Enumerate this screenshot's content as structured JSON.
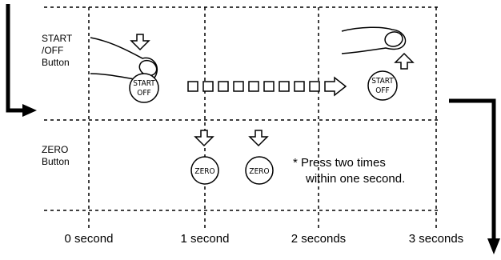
{
  "rows": {
    "start_off": [
      "START",
      "/OFF",
      "Button"
    ],
    "zero": [
      "ZERO",
      "Button"
    ]
  },
  "buttons": {
    "start_line1": "START",
    "start_line2": "OFF",
    "zero": "ZERO"
  },
  "note": [
    "* Press two times",
    "within one second."
  ],
  "timeline": [
    "0 second",
    "1 second",
    "2 seconds",
    "3 seconds"
  ],
  "colors": {
    "ink": "#000000",
    "paper": "#ffffff"
  },
  "icons": [
    "flow-in-arrow-icon",
    "flow-out-arrow-icon",
    "press-arrow-icon",
    "release-arrow-icon",
    "hold-progress-arrow-icon",
    "finger-icon"
  ]
}
